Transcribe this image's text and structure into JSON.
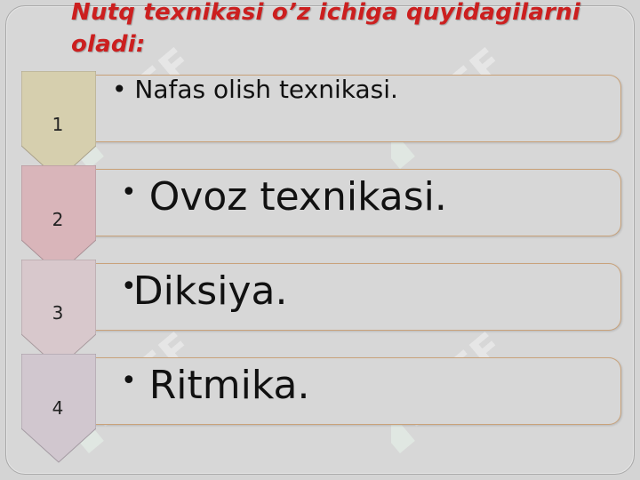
{
  "title": "Nutq texnikasi o’z ichiga quyidagilarni oladi:",
  "watermark_text": "SOFF",
  "colors": {
    "title": "#cc1f1f",
    "chevrons": [
      "#d6cfae",
      "#d9b5ba",
      "#d8c8cc",
      "#d1c7cf"
    ]
  },
  "items": [
    {
      "number": "1",
      "text": "Nafas olish texnikasi."
    },
    {
      "number": "2",
      "text": "Ovoz texnikasi."
    },
    {
      "number": "3",
      "text": "Diksiya."
    },
    {
      "number": "4",
      "text": "Ritmika."
    }
  ]
}
